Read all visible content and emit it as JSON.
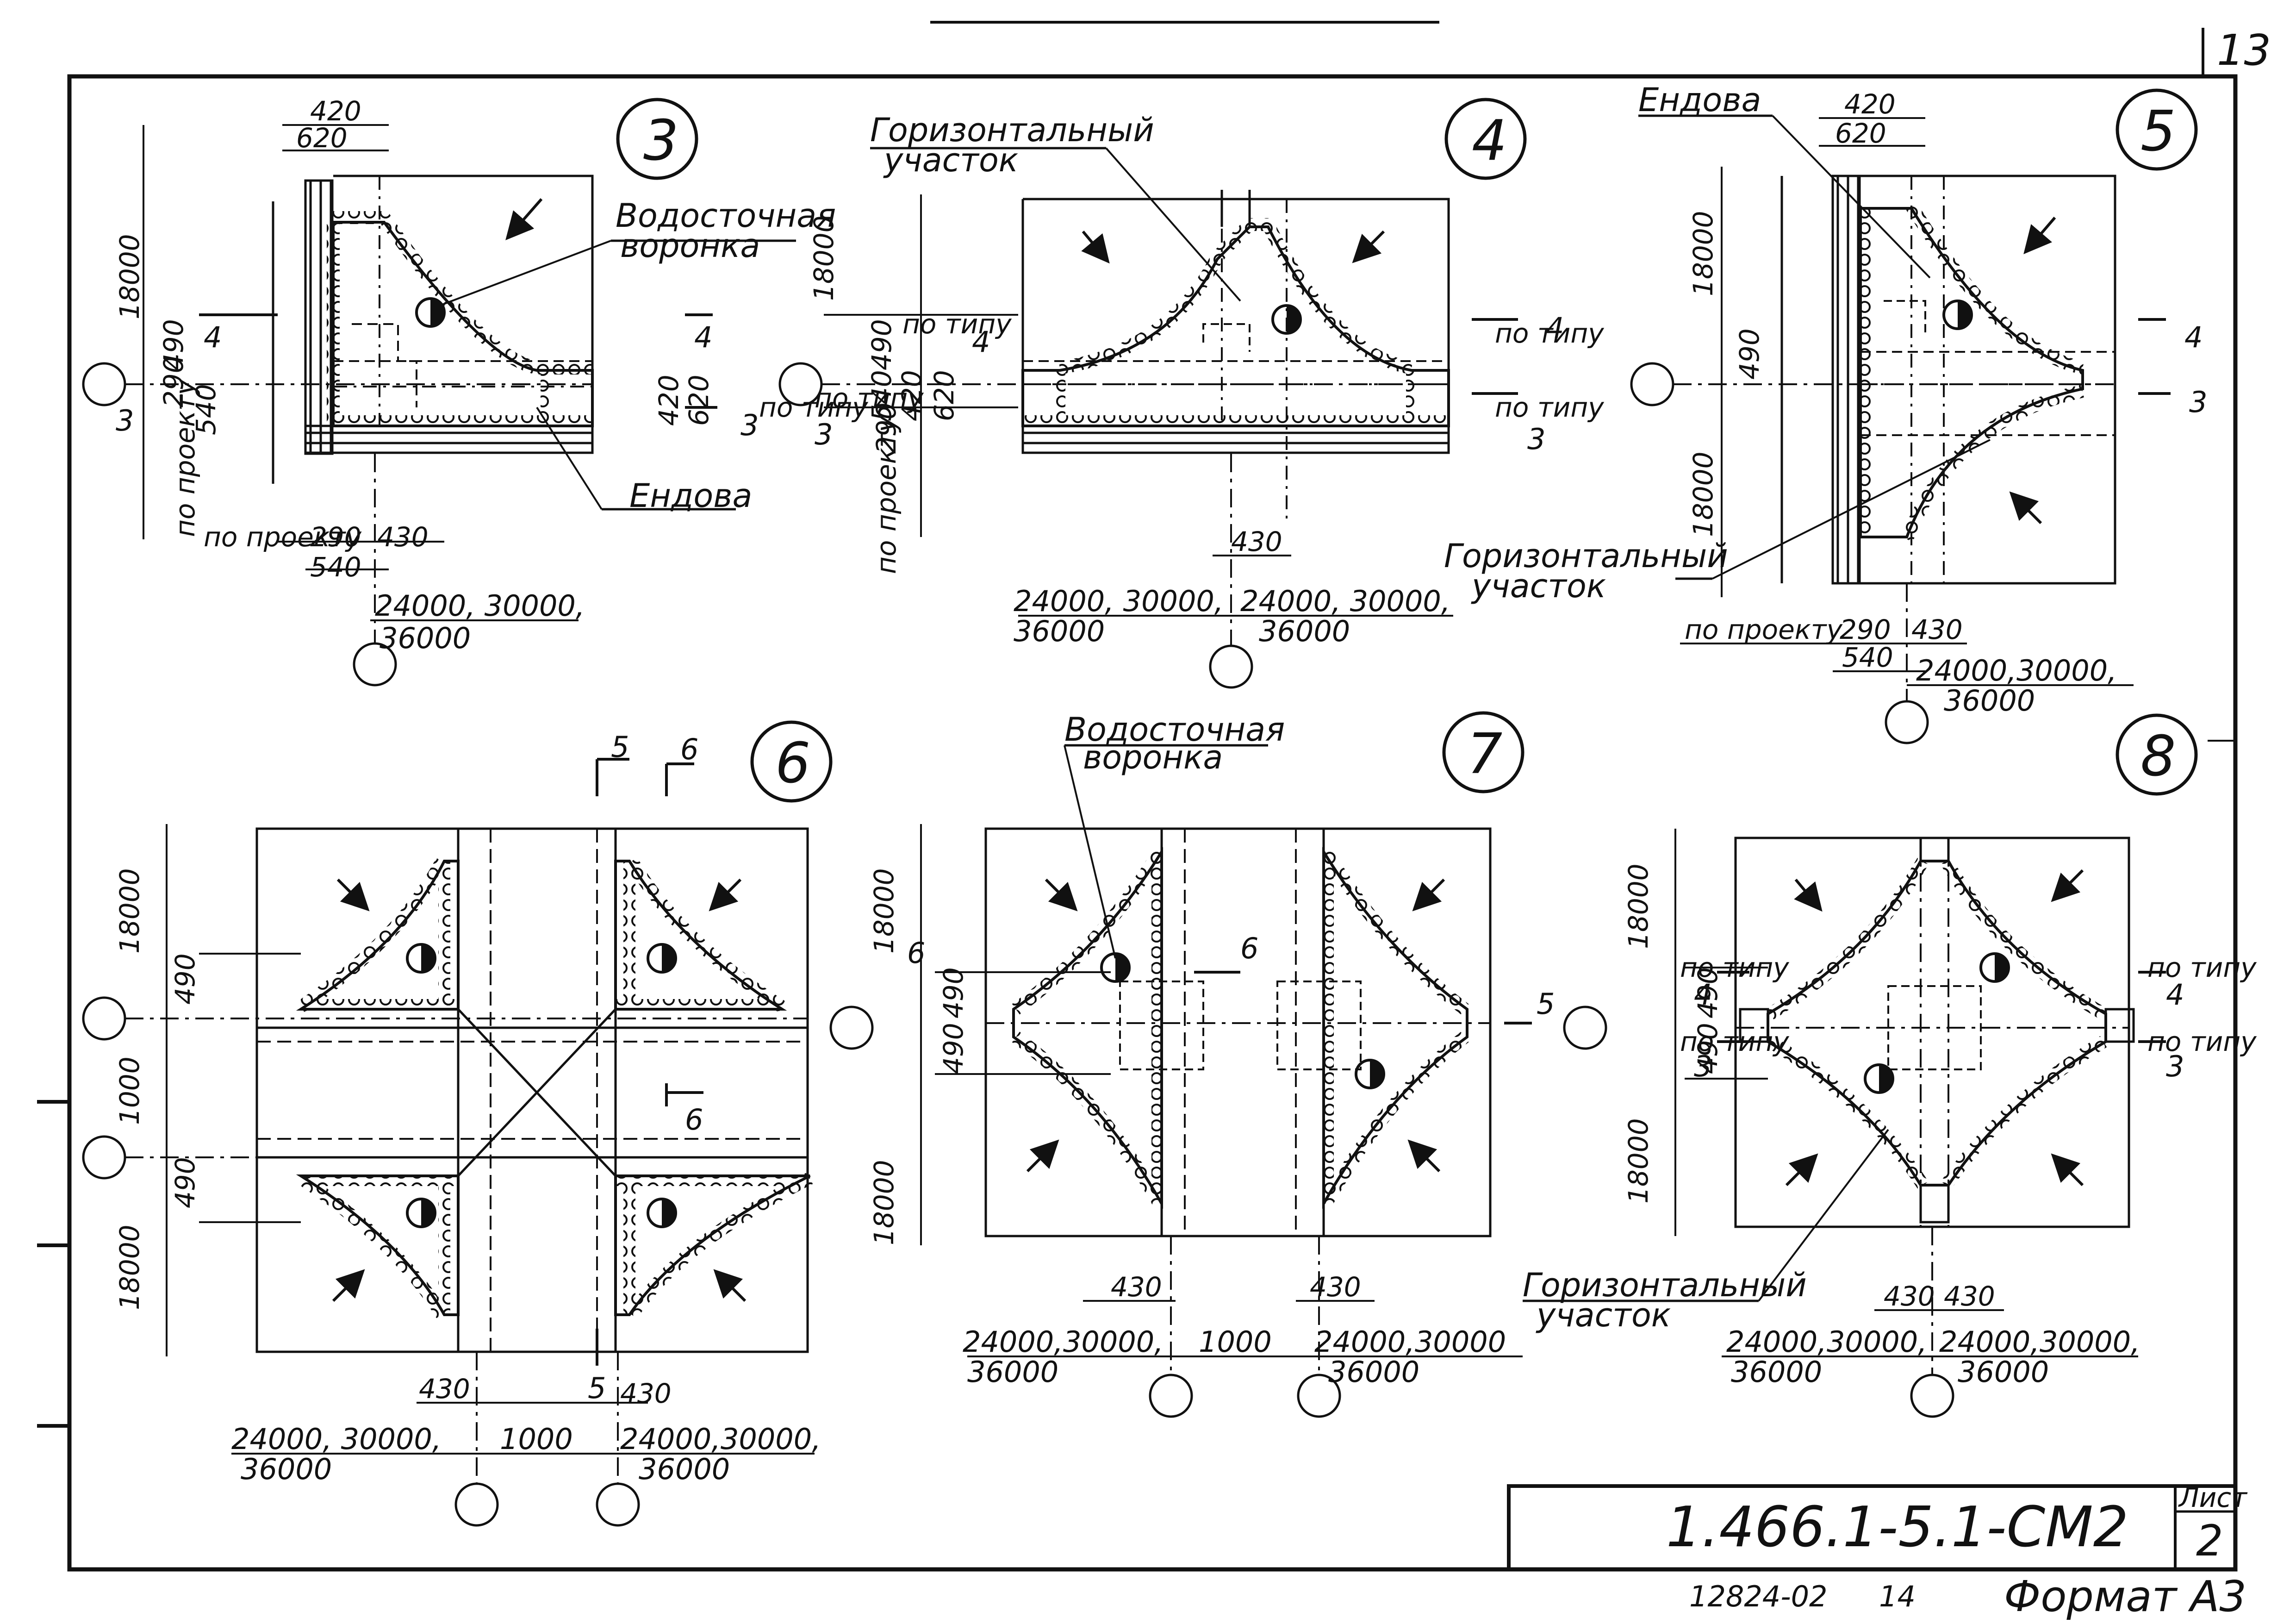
{
  "sheet": {
    "corner_number": "13",
    "drawing_code": "1.466.1-5.1-СМ2",
    "sheet_label": "Лист",
    "sheet_number": "2",
    "bottom_stamp": "12824-02",
    "bottom_stamp_2": "14",
    "format_label": "Формат А3"
  },
  "nodes": {
    "n3": "3",
    "n4": "4",
    "n5": "5",
    "n6": "6",
    "n7": "7",
    "n8": "8"
  },
  "labels": {
    "vodostochnaya": "Водосточная",
    "voronka": "воронка",
    "gorizontalny": "Горизонтальный",
    "uchastok": "участок",
    "endova": "Ендова",
    "po_proektu": "по проекту",
    "po_tipu": "по типу"
  },
  "dims": {
    "d420": "420",
    "d620": "620",
    "d18000": "18000",
    "d490": "490",
    "d290": "290",
    "d540": "540",
    "d430": "430",
    "d1000": "1000",
    "span_a": "24000, 30000,",
    "span_b": "36000",
    "span_c": "24000,30000,",
    "span_d": "24000,30000"
  },
  "sections": {
    "s3": "3",
    "s4": "4",
    "s5": "5",
    "s6": "6"
  }
}
